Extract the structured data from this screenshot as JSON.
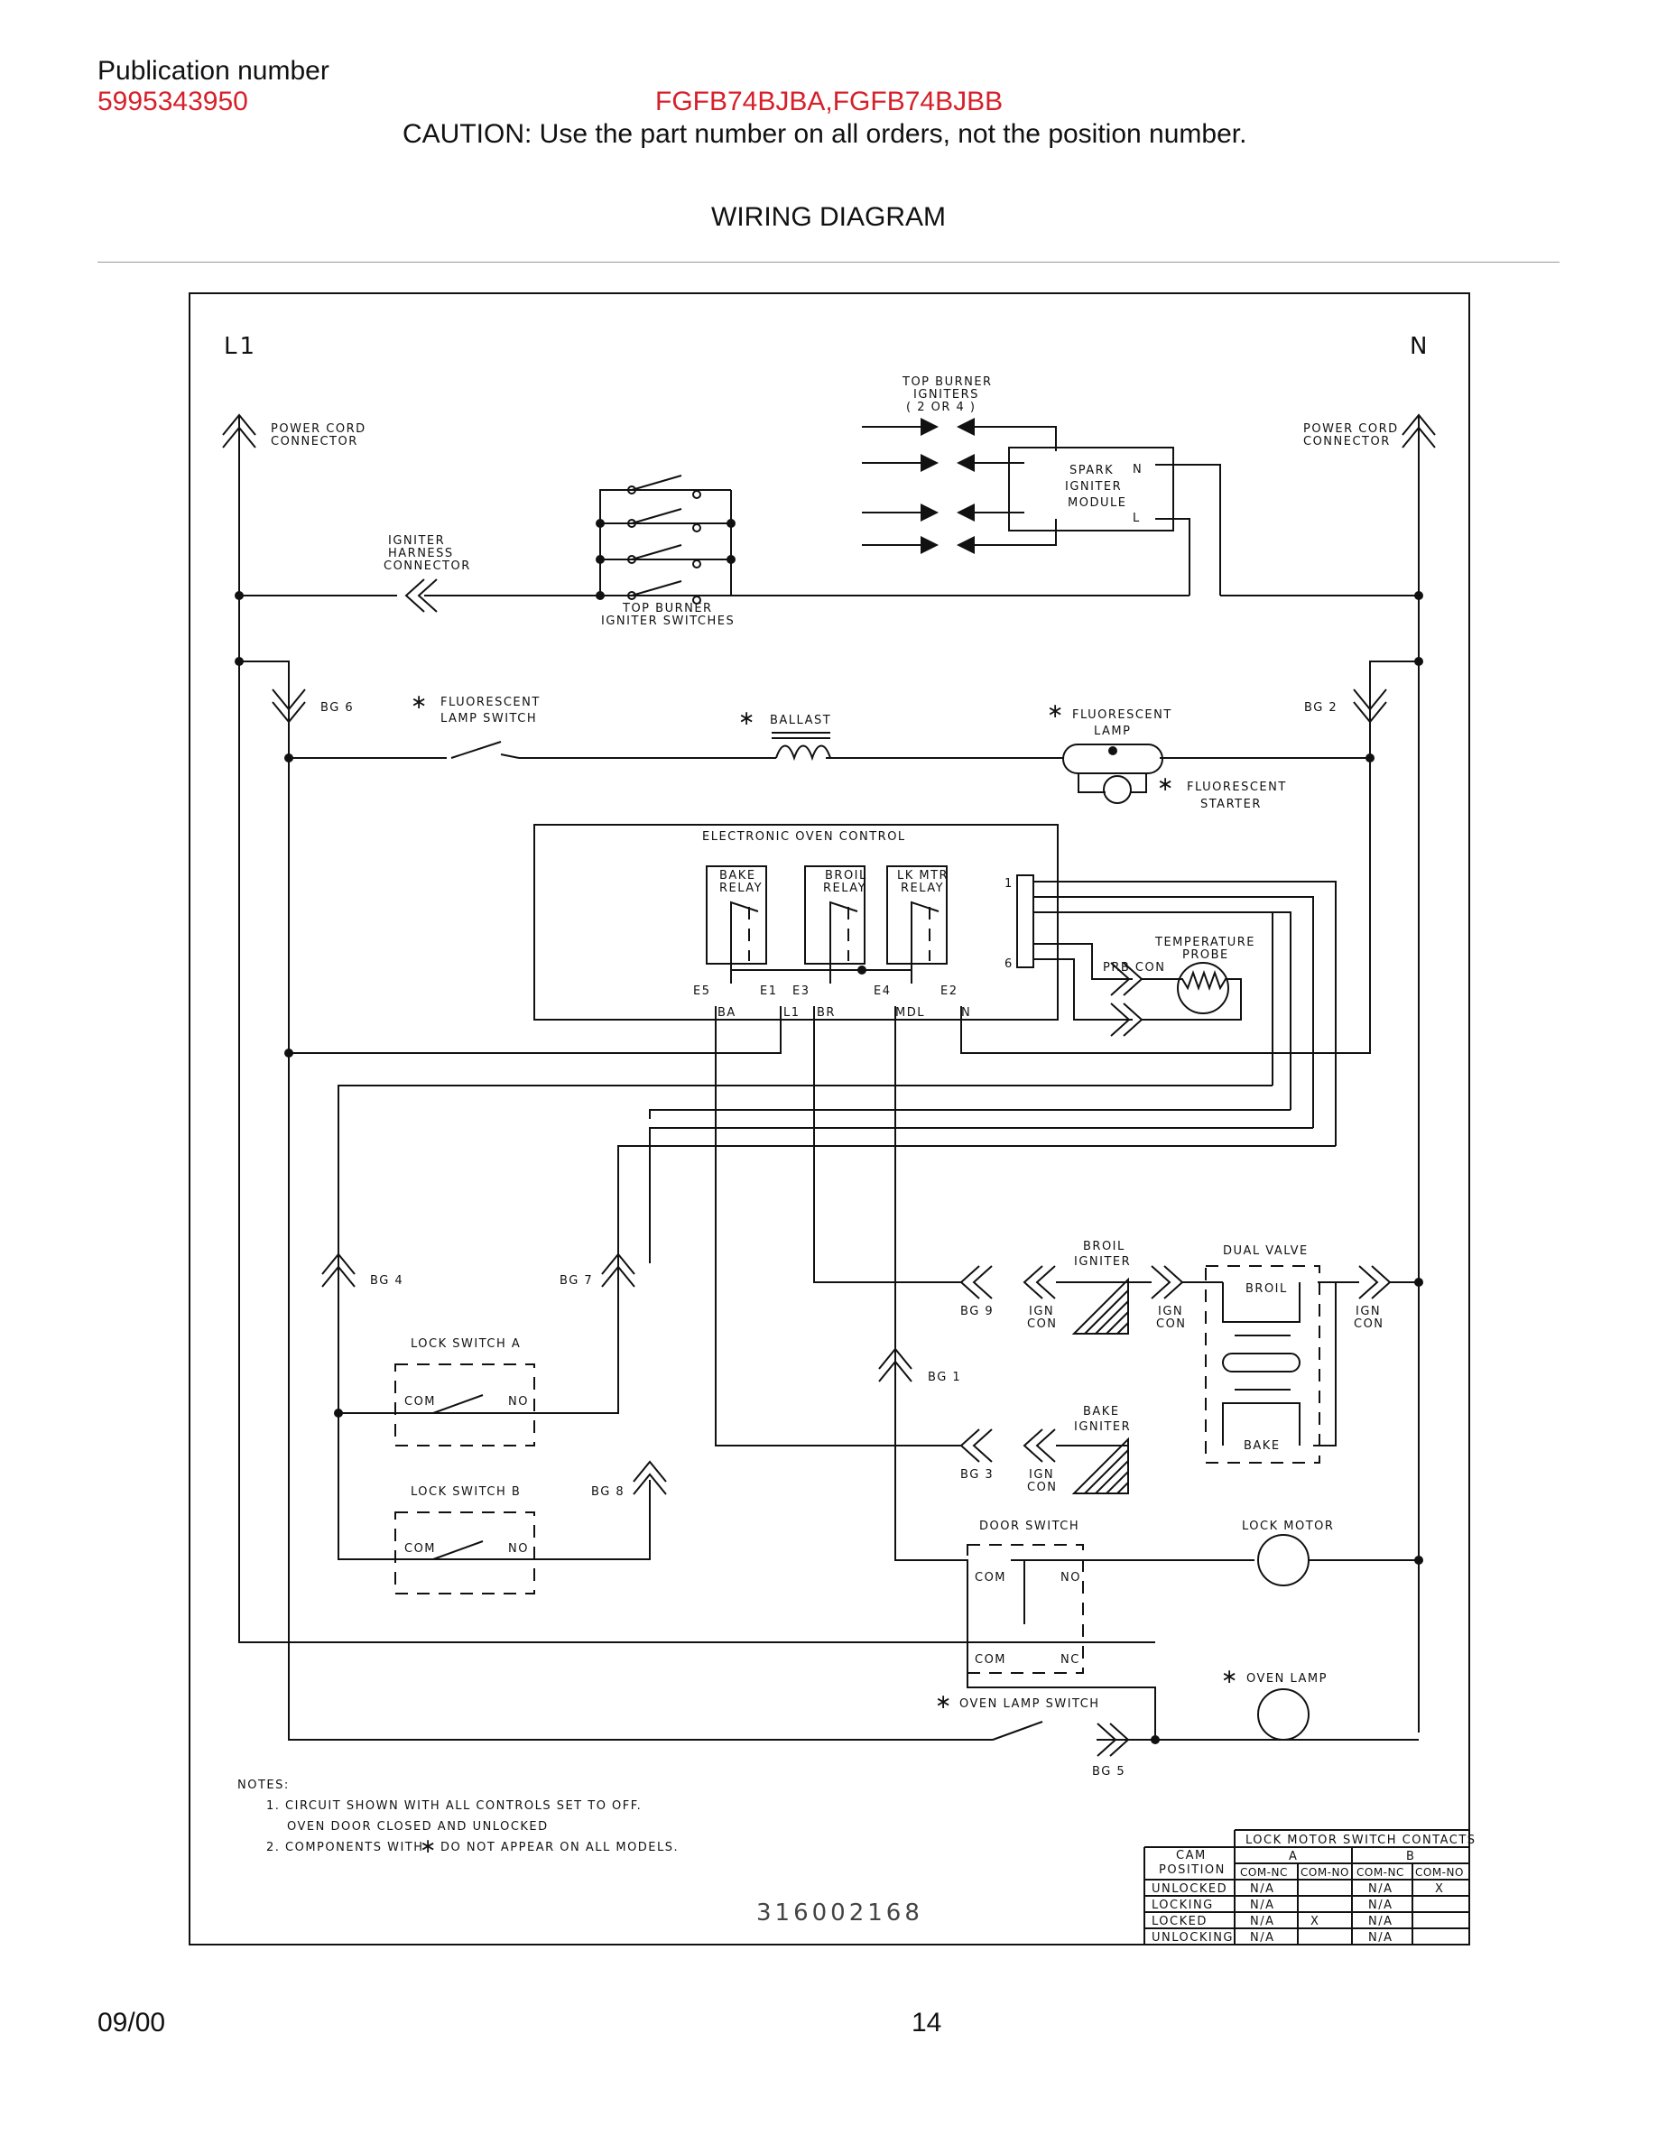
{
  "header": {
    "publication_label": "Publication number",
    "publication_number": "5995343950",
    "models": "FGFB74BJBA,FGFB74BJBB",
    "caution": "CAUTION:  Use the part number on all orders, not the position number.",
    "title": "WIRING DIAGRAM"
  },
  "footer": {
    "date": "09/00",
    "page": "14"
  },
  "diagram": {
    "line1": "L1",
    "neutral": "N",
    "power_cord_left": [
      "POWER CORD",
      "CONNECTOR"
    ],
    "power_cord_right": [
      "POWER CORD",
      "CONNECTOR"
    ],
    "top_burner_igniters": [
      "TOP BURNER",
      "IGNITERS",
      "( 2 OR 4 )"
    ],
    "spark_module": [
      "SPARK",
      "IGNITER",
      "MODULE"
    ],
    "spark_n": "N",
    "spark_l": "L",
    "igniter_harness": [
      "IGNITER",
      "HARNESS",
      "CONNECTOR"
    ],
    "top_burner_switches": [
      "TOP BURNER",
      "IGNITER SWITCHES"
    ],
    "bg6": "BG 6",
    "bg2": "BG 2",
    "fl_lamp_switch": [
      "FLUORESCENT",
      "LAMP SWITCH"
    ],
    "ballast": "BALLAST",
    "fl_lamp": [
      "FLUORESCENT",
      "LAMP"
    ],
    "fl_starter": [
      "FLUORESCENT",
      "STARTER"
    ],
    "asterisk": "∗",
    "eoc": "ELECTRONIC OVEN CONTROL",
    "bake_relay": [
      "BAKE",
      "RELAY"
    ],
    "broil_relay": [
      "BROIL",
      "RELAY"
    ],
    "lk_mtr_relay": [
      "LK MTR",
      "RELAY"
    ],
    "pin1": "1",
    "pin6": "6",
    "temp_probe": [
      "TEMPERATURE",
      "PROBE"
    ],
    "prb_con": "PRB CON",
    "e5": "E5",
    "e1": "E1",
    "e3": "E3",
    "e4": "E4",
    "e2": "E2",
    "ba": "BA",
    "l1t": "L1",
    "br": "BR",
    "mdl": "MDL",
    "nt": "N",
    "bg4": "BG 4",
    "bg7": "BG 7",
    "bg8": "BG 8",
    "bg1": "BG 1",
    "bg9": "BG 9",
    "bg3": "BG 3",
    "bg5": "BG 5",
    "lock_switch_a": "LOCK SWITCH A",
    "lock_switch_b": "LOCK SWITCH B",
    "com": "COM",
    "no": "NO",
    "nc": "NC",
    "broil_igniter": [
      "BROIL",
      "IGNITER"
    ],
    "bake_igniter": [
      "BAKE",
      "IGNITER"
    ],
    "ign_con": [
      "IGN",
      "CON"
    ],
    "dual_valve": "DUAL VALVE",
    "broil": "BROIL",
    "bake": "BAKE",
    "door_switch": "DOOR SWITCH",
    "lock_motor": "LOCK MOTOR",
    "oven_lamp": "OVEN LAMP",
    "oven_lamp_switch": "OVEN LAMP SWITCH",
    "notes_title": "NOTES:",
    "note1": "1.  CIRCUIT SHOWN WITH ALL CONTROLS SET TO OFF.",
    "note1b": "OVEN DOOR CLOSED AND UNLOCKED",
    "note2a": "2.  COMPONENTS WITH",
    "note2b": "DO NOT APPEAR ON ALL MODELS.",
    "drawing_number": "316002168"
  },
  "cam_table": {
    "title": "LOCK MOTOR SWITCH CONTACTS",
    "cam_label": [
      "CAM",
      "POSITION"
    ],
    "group_a": "A",
    "group_b": "B",
    "subheaders": [
      "COM-NC",
      "COM-NO",
      "COM-NC",
      "COM-NO"
    ],
    "rows": [
      {
        "position": "UNLOCKED",
        "cells": [
          "N/A",
          "",
          "N/A",
          "X"
        ]
      },
      {
        "position": "LOCKING",
        "cells": [
          "N/A",
          "",
          "N/A",
          ""
        ]
      },
      {
        "position": "LOCKED",
        "cells": [
          "N/A",
          "X",
          "N/A",
          ""
        ]
      },
      {
        "position": "UNLOCKING",
        "cells": [
          "N/A",
          "",
          "N/A",
          ""
        ]
      }
    ]
  }
}
